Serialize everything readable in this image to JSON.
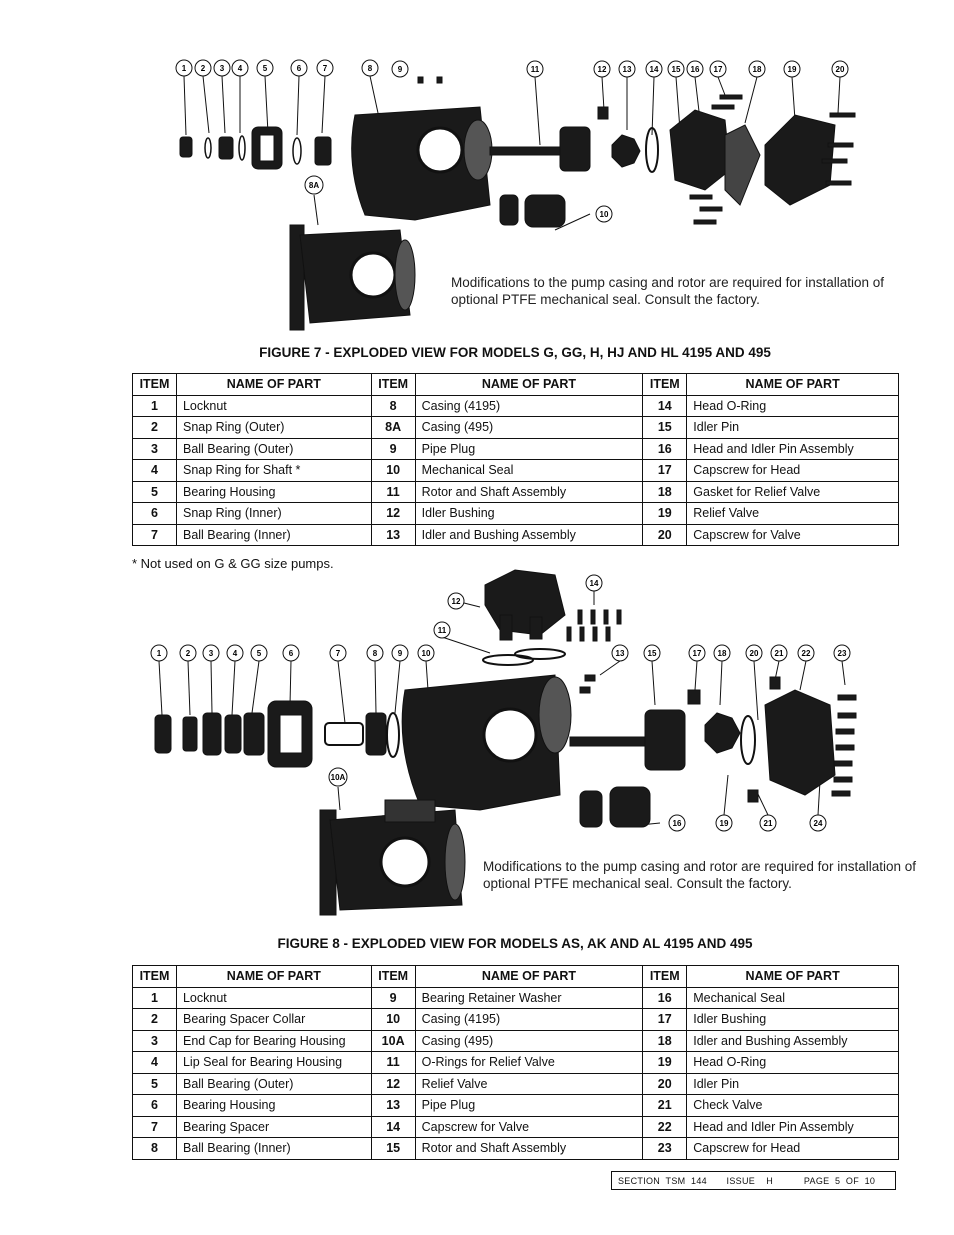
{
  "figure7": {
    "callouts": [
      "1",
      "2",
      "3",
      "4",
      "5",
      "6",
      "7",
      "8",
      "9",
      "11",
      "12",
      "13",
      "14",
      "15",
      "16",
      "17",
      "18",
      "19",
      "20",
      "10",
      "8A"
    ],
    "note": "Modifications to the pump casing and rotor are required for installation of optional PTFE  mechanical seal. Consult the factory.",
    "caption": "FIGURE 7 - EXPLODED VIEW FOR MODELS G, GG, H, HJ AND HL 4195 AND 495"
  },
  "table1": {
    "headers": [
      "ITEM",
      "NAME OF PART",
      "ITEM",
      "NAME OF PART",
      "ITEM",
      "NAME OF PART"
    ],
    "rows": [
      [
        "1",
        "Locknut",
        "8",
        "Casing (4195)",
        "14",
        "Head O-Ring"
      ],
      [
        "2",
        "Snap Ring (Outer)",
        "8A",
        "Casing (495)",
        "15",
        "Idler Pin"
      ],
      [
        "3",
        "Ball Bearing (Outer)",
        "9",
        "Pipe Plug",
        "16",
        "Head and Idler Pin Assembly"
      ],
      [
        "4",
        "Snap Ring for Shaft *",
        "10",
        "Mechanical Seal",
        "17",
        "Capscrew for Head"
      ],
      [
        "5",
        "Bearing Housing",
        "11",
        "Rotor and Shaft Assembly",
        "18",
        "Gasket for Relief Valve"
      ],
      [
        "6",
        "Snap Ring (Inner)",
        "12",
        "Idler Bushing",
        "19",
        "Relief Valve"
      ],
      [
        "7",
        "Ball Bearing (Inner)",
        "13",
        "Idler and Bushing Assembly",
        "20",
        "Capscrew for Valve"
      ]
    ],
    "footnote": "* Not used on G & GG size pumps."
  },
  "figure8": {
    "callouts": [
      "1",
      "2",
      "3",
      "4",
      "5",
      "6",
      "7",
      "8",
      "9",
      "10",
      "11",
      "12",
      "13",
      "14",
      "15",
      "17",
      "18",
      "20",
      "21",
      "22",
      "23",
      "16",
      "19",
      "21",
      "24",
      "10A"
    ],
    "note": "Modifications to the pump casing and rotor are required for installation of optional PTFE  mechanical seal. Consult the factory.",
    "caption": "FIGURE 8 - EXPLODED VIEW FOR MODELS AS, AK AND AL 4195 AND 495"
  },
  "table2": {
    "headers": [
      "ITEM",
      "NAME OF PART",
      "ITEM",
      "NAME OF PART",
      "ITEM",
      "NAME OF PART"
    ],
    "rows": [
      [
        "1",
        "Locknut",
        "9",
        "Bearing Retainer Washer",
        "16",
        "Mechanical Seal"
      ],
      [
        "2",
        "Bearing Spacer Collar",
        "10",
        "Casing (4195)",
        "17",
        "Idler Bushing"
      ],
      [
        "3",
        "End Cap for Bearing Housing",
        "10A",
        "Casing (495)",
        "18",
        "Idler and Bushing Assembly"
      ],
      [
        "4",
        "Lip Seal for Bearing Housing",
        "11",
        "O-Rings for Relief Valve",
        "19",
        "Head O-Ring"
      ],
      [
        "5",
        "Ball Bearing (Outer)",
        "12",
        "Relief Valve",
        "20",
        "Idler Pin"
      ],
      [
        "6",
        "Bearing Housing",
        "13",
        "Pipe Plug",
        "21",
        "Check Valve"
      ],
      [
        "7",
        "Bearing Spacer",
        "14",
        "Capscrew for Valve",
        "22",
        "Head and Idler Pin Assembly"
      ],
      [
        "8",
        "Ball Bearing (Inner)",
        "15",
        "Rotor and Shaft Assembly",
        "23",
        "Capscrew for Head"
      ]
    ]
  },
  "footer": {
    "text": "SECTION  TSM  144       ISSUE    H           PAGE  5  OF  10"
  }
}
